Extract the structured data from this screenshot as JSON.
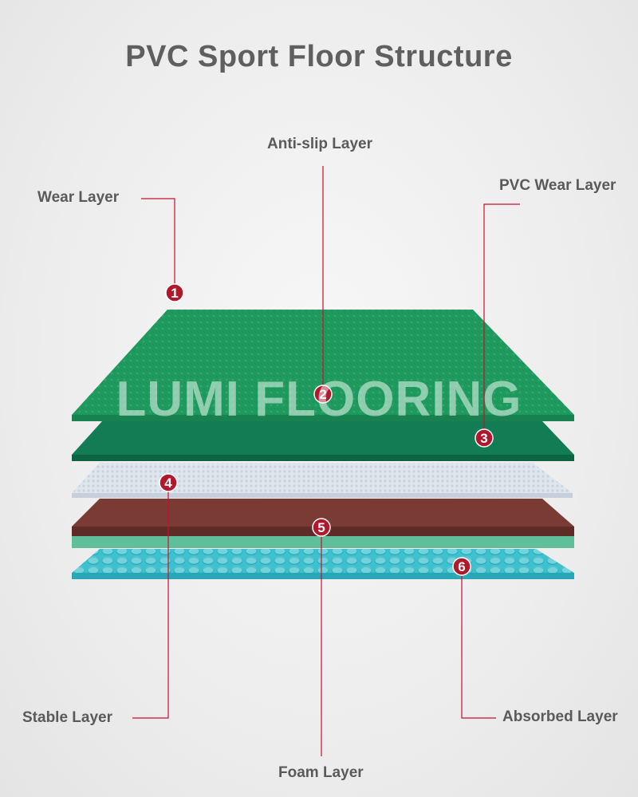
{
  "title": "PVC Sport Floor Structure",
  "watermark": "LUMI FLOORING",
  "colors": {
    "leader": "#c8102e",
    "marker": "#b0182c",
    "wear_layer": "#1f9a5e",
    "anti_slip_layer": "#127d55",
    "stable_layer": "#dfe6ee",
    "foam_layer_top": "#7a3b34",
    "foam_layer_bottom": "#5fbf9a",
    "absorbed_layer": "#3cc2cf"
  },
  "layers": [
    {
      "number": "1",
      "label": "Wear Layer"
    },
    {
      "number": "2",
      "label": "Anti-slip Layer"
    },
    {
      "number": "3",
      "label": "PVC Wear Layer"
    },
    {
      "number": "4",
      "label": "Stable Layer"
    },
    {
      "number": "5",
      "label": "Foam Layer"
    },
    {
      "number": "6",
      "label": "Absorbed Layer"
    }
  ]
}
